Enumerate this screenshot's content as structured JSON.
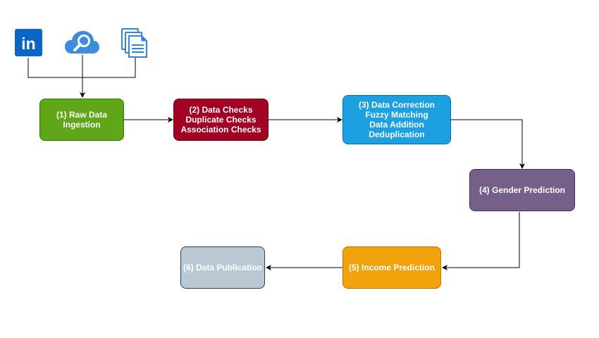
{
  "diagram": {
    "sources": [
      {
        "icon": "linkedin-icon",
        "label": "in",
        "color": "#0a66c2"
      },
      {
        "icon": "cloud-search-icon",
        "color": "#3e8ddd"
      },
      {
        "icon": "document-icon",
        "color": "#2f86d6"
      }
    ],
    "steps": [
      {
        "id": "step-1",
        "text": "(1) Raw Data\nIngestion",
        "fill": "#5fa619",
        "stroke": "#2d7600",
        "text_color": "#ffffff"
      },
      {
        "id": "step-2",
        "text": "(2) Data Checks\nDuplicate Checks\nAssociation Checks",
        "fill": "#a20025",
        "stroke": "#6f0000",
        "text_color": "#ffffff"
      },
      {
        "id": "step-3",
        "text": "(3) Data Correction\nFuzzy Matching\nData Addition\nDeduplication",
        "fill": "#1ba1e2",
        "stroke": "#006eaf",
        "text_color": "#ffffff"
      },
      {
        "id": "step-4",
        "text": "(4) Gender Prediction",
        "fill": "#76608a",
        "stroke": "#432d57",
        "text_color": "#ffffff"
      },
      {
        "id": "step-5",
        "text": "(5) Income Prediction",
        "fill": "#f0a30a",
        "stroke": "#bd7000",
        "text_color": "#ffffff"
      },
      {
        "id": "step-6",
        "text": "(6) Data Publication",
        "fill": "#bac8d3",
        "stroke": "#23445d",
        "text_color": "#ffffff"
      }
    ]
  }
}
